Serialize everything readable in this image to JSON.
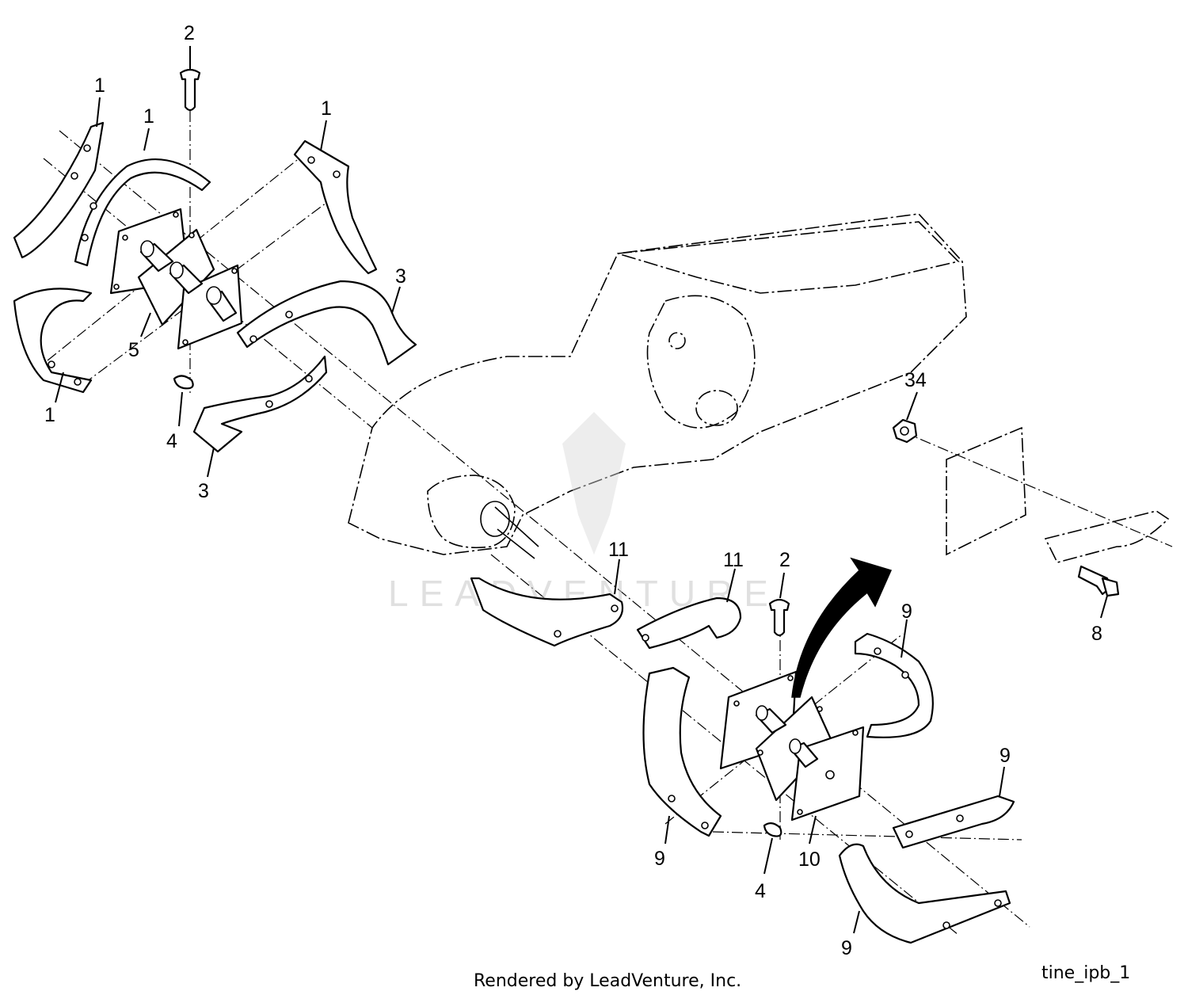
{
  "callouts": {
    "c1a": "1",
    "c1b": "1",
    "c1c": "1",
    "c1d": "1",
    "c2a": "2",
    "c2b": "2",
    "c3a": "3",
    "c3b": "3",
    "c4a": "4",
    "c4b": "4",
    "c5": "5",
    "c8": "8",
    "c9a": "9",
    "c9b": "9",
    "c9c": "9",
    "c9d": "9",
    "c10": "10",
    "c11a": "11",
    "c11b": "11",
    "c34": "34"
  },
  "watermark": "LEADVENTURE",
  "footer": {
    "credit": "Rendered by LeadVenture, Inc.",
    "figure_id": "tine_ipb_1"
  }
}
